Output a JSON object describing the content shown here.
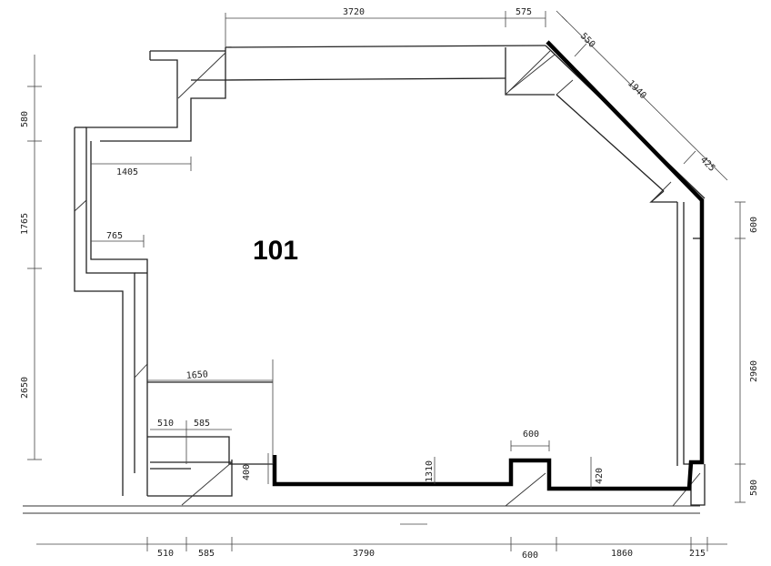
{
  "room": {
    "number": "101"
  },
  "dimensions": {
    "top_run": "3720",
    "top_short": "575",
    "diag_550": "550",
    "diag_1940": "1940",
    "diag_425": "425",
    "left_580": "580",
    "left_1765": "1765",
    "left_2650": "2650",
    "inner_1405": "1405",
    "inner_765": "765",
    "inner_1650": "1650",
    "inner_510": "510",
    "inner_585": "585",
    "inner_400": "400",
    "inner_1310": "1310",
    "inner_600": "600",
    "inner_420": "420",
    "right_600": "600",
    "right_2960": "2960",
    "right_580": "580",
    "bottom_510": "510",
    "bottom_585": "585",
    "bottom_3790": "3790",
    "bottom_600": "600",
    "bottom_1860": "1860",
    "bottom_215": "215"
  }
}
